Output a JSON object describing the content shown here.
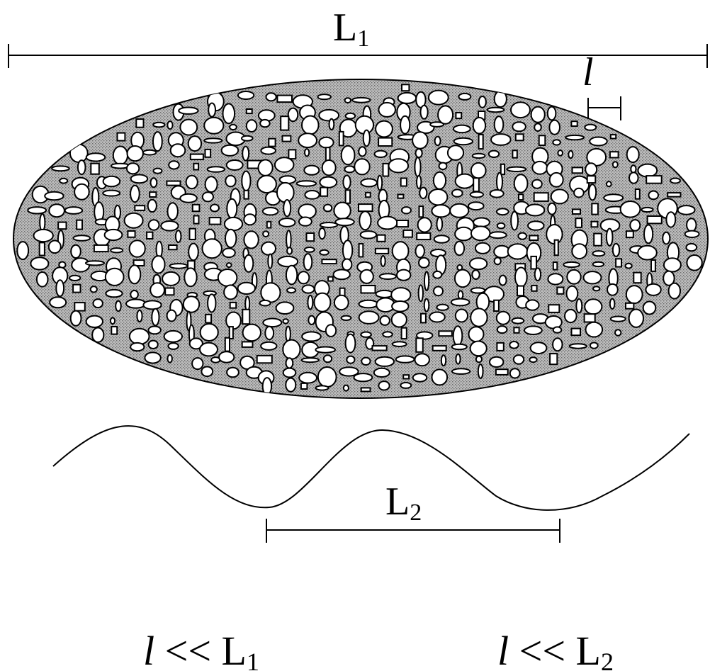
{
  "labels": {
    "L1": {
      "main": "L",
      "sub": "1"
    },
    "l": "l",
    "L2": {
      "main": "L",
      "sub": "2"
    },
    "cond_left": {
      "var": "l",
      "op": " << ",
      "main": "L",
      "sub": "1"
    },
    "cond_right": {
      "var": "l",
      "op": " << ",
      "main": "L",
      "sub": "2"
    }
  },
  "colors": {
    "ink": "#000000",
    "stipple_bg": "#bdbdbd",
    "stipple_dot": "#6a6a6a",
    "pore": "#ffffff"
  }
}
